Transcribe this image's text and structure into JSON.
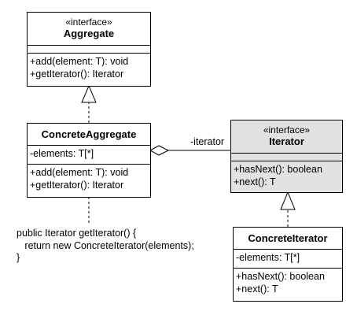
{
  "aggregate": {
    "stereotype": "«interface»",
    "name": "Aggregate",
    "methods": [
      "+add(element: T): void",
      "+getIterator(): Iterator"
    ]
  },
  "concrete_aggregate": {
    "name": "ConcreteAggregate",
    "attributes": [
      "-elements: T[*]"
    ],
    "methods": [
      "+add(element: T): void",
      "+getIterator(): Iterator"
    ]
  },
  "iterator": {
    "stereotype": "«interface»",
    "name": "Iterator",
    "methods": [
      "+hasNext(): boolean",
      "+next(): T"
    ],
    "fill": "#e2e2e2"
  },
  "concrete_iterator": {
    "name": "ConcreteIterator",
    "attributes": [
      "-elements: T[*]"
    ],
    "methods": [
      "+hasNext(): boolean",
      "+next(): T"
    ]
  },
  "association": {
    "role_label": "-iterator"
  },
  "note": {
    "lines": [
      "public Iterator getIterator() {",
      "   return new ConcreteIterator(elements);",
      "}"
    ]
  }
}
